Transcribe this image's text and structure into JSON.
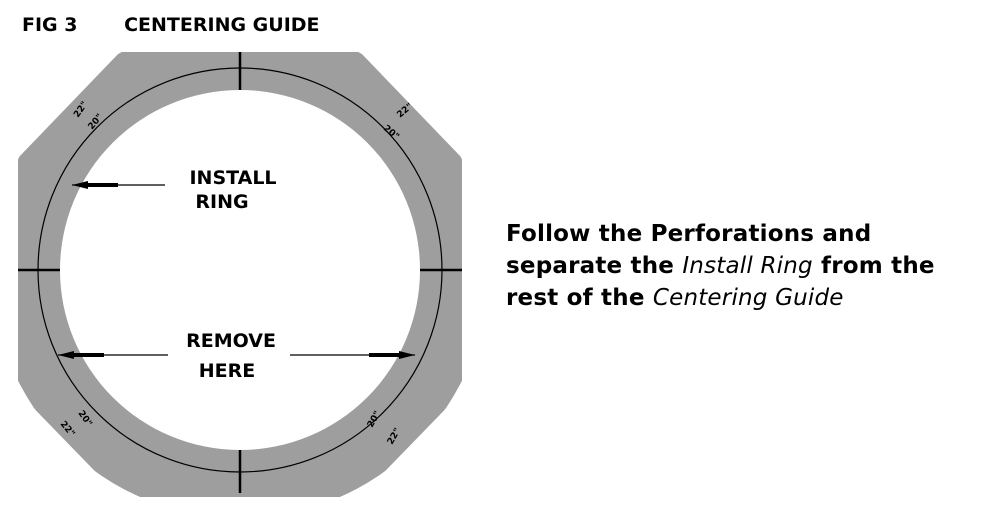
{
  "header": {
    "fig_label": "FIG 3",
    "title": "CENTERING GUIDE"
  },
  "diagram": {
    "colors": {
      "guide_fill": "#9e9e9e",
      "line": "#000000",
      "background": "#ffffff"
    },
    "labels": {
      "install_line1": "INSTALL",
      "install_line2": "RING",
      "remove_line1": "REMOVE",
      "remove_line2": "HERE"
    },
    "size_marks": {
      "outer": "22\"",
      "inner": "20\""
    }
  },
  "instruction": {
    "part1": "Follow the Perforations and separate the ",
    "install_ring": "Install Ring",
    "part2": " from the rest of the ",
    "centering_guide": "Centering Guide"
  }
}
